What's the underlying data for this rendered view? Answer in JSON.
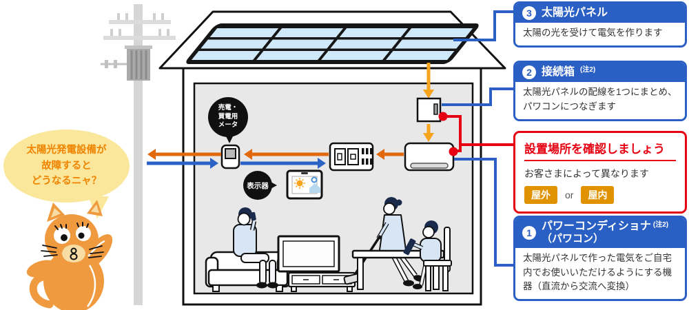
{
  "callouts": {
    "solar_panel": {
      "number": "3",
      "title": "太陽光パネル",
      "body": "太陽の光を受けて電気を作ります"
    },
    "junction_box": {
      "number": "2",
      "title": "接続箱",
      "note": "(注2)",
      "body": "太陽光パネルの配線を1つにまとめ、パワコンにつなぎます"
    },
    "placement": {
      "title": "設置場所を確認しましょう",
      "body": "お客さまによって異なります",
      "badge_outdoor": "屋外",
      "conjunction": "or",
      "badge_indoor": "屋内"
    },
    "power_conditioner": {
      "number": "1",
      "title": "パワーコンディショナ",
      "note": "(注2)",
      "subtitle": "（パワコン）",
      "body": "太陽光パネルで作った電気をご自宅内でお使いいただけるようにする機器（直流から交流へ変換）"
    }
  },
  "scene_labels": {
    "meter_line1": "売電・",
    "meter_line2": "買電用",
    "meter_line3": "メータ",
    "display": "表示器"
  },
  "cat": {
    "speech_line1": "太陽光発電設備が",
    "speech_line2": "故障すると",
    "speech_line3": "どうなるニャ？"
  },
  "colors": {
    "callout_blue": "#2a5fc4",
    "alert_red": "#e60012",
    "badge_orange": "#e09200",
    "flow_orange_dark": "#e2690b",
    "flow_orange_light": "#f6a41d",
    "bubble_yellow": "#fbe79b",
    "bubble_text_orange": "#f08300",
    "cat_orange": "#ef9a3e",
    "solar_cell_blue": "#cfe9fa"
  }
}
